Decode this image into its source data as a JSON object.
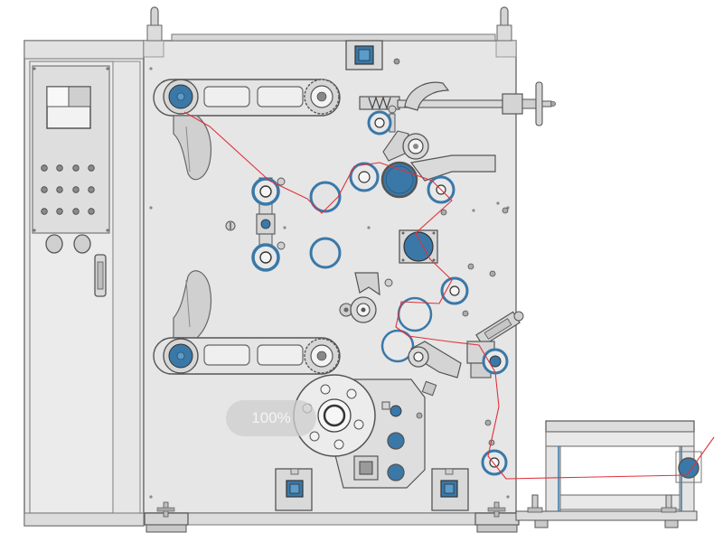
{
  "viewer": {
    "zoom_label": "100%"
  },
  "colors": {
    "frame_fill": "#e4e4e4",
    "frame_stroke": "#777777",
    "roller_blue": "#3a78a8",
    "roller_light": "#5a9ccc",
    "web_line": "#e0323c",
    "cabinet_fill": "#e9e9e9"
  },
  "icons": {
    "cabinet": "control-cabinet",
    "panel": "hmi-screen",
    "unwind": "unwind-shaft",
    "rewind": "rewind-shaft",
    "knife": "slitting-knife",
    "table": "output-table"
  }
}
